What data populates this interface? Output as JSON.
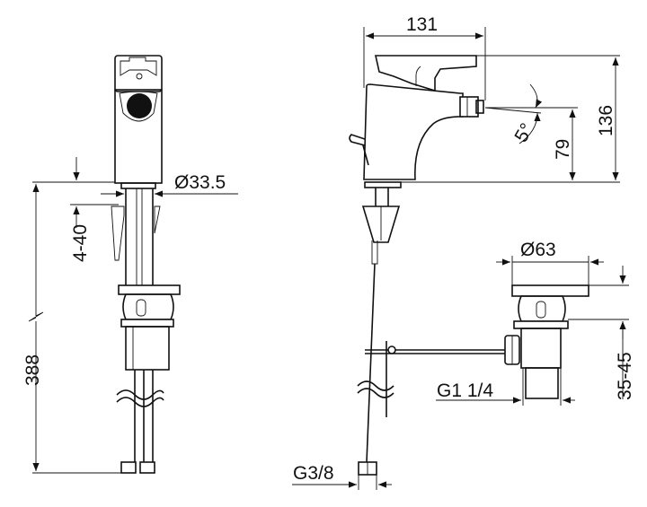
{
  "dimensions": {
    "width_131": "131",
    "height_136": "136",
    "spout_79": "79",
    "angle_5": "5°",
    "diameter_33_5": "Ø33.5",
    "deck_4_40": "4-40",
    "total_388": "388",
    "waste_diameter_63": "Ø63",
    "waste_35_45": "35-45",
    "thread_g1_1_4": "G1 1/4",
    "thread_g3_8": "G3/8"
  },
  "colors": {
    "line": "#111111",
    "background": "#ffffff"
  }
}
